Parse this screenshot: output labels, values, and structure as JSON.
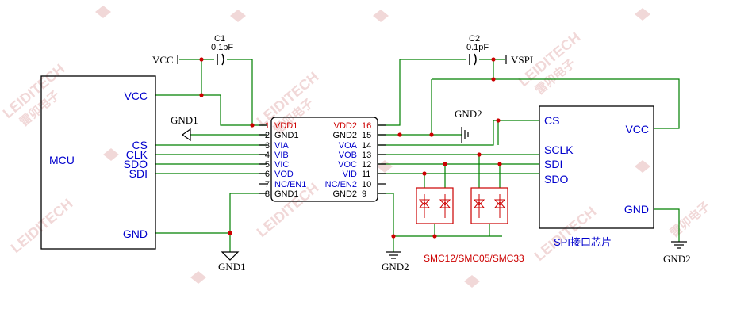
{
  "watermark": {
    "brand": "LEIDITECH",
    "cn": "雷卯电子",
    "color": "#e6b8b8"
  },
  "colors": {
    "wire": "#008000",
    "pin_label": "#0000cc",
    "pin_number": "#cc0000",
    "body": "#000000",
    "tvs": "#cc0000"
  },
  "mcu": {
    "title": "MCU",
    "pins": {
      "vcc": "VCC",
      "cs": "CS",
      "clk": "CLK",
      "sdo": "SDO",
      "sdi": "SDI",
      "gnd": "GND"
    }
  },
  "chip": {
    "left_pins": [
      {
        "num": "1",
        "name": "VDD1"
      },
      {
        "num": "2",
        "name": "GND1"
      },
      {
        "num": "3",
        "name": "VIA"
      },
      {
        "num": "4",
        "name": "VIB"
      },
      {
        "num": "5",
        "name": "VIC"
      },
      {
        "num": "6",
        "name": "VOD"
      },
      {
        "num": "7",
        "name": "NC/EN1"
      },
      {
        "num": "8",
        "name": "GND1"
      }
    ],
    "right_pins": [
      {
        "num": "16",
        "name": "VDD2"
      },
      {
        "num": "15",
        "name": "GND2"
      },
      {
        "num": "14",
        "name": "VOA"
      },
      {
        "num": "13",
        "name": "VOB"
      },
      {
        "num": "12",
        "name": "VOC"
      },
      {
        "num": "11",
        "name": "VID"
      },
      {
        "num": "10",
        "name": "NC/EN2"
      },
      {
        "num": "9",
        "name": "GND2"
      }
    ]
  },
  "spi_chip": {
    "title": "SPI接口芯片",
    "pins": {
      "cs": "CS",
      "vcc": "VCC",
      "sclk": "SCLK",
      "sdi": "SDI",
      "sdo": "SDO",
      "gnd": "GND"
    }
  },
  "capacitors": [
    {
      "ref": "C1",
      "value": "0.1pF"
    },
    {
      "ref": "C2",
      "value": "0.1pF"
    }
  ],
  "nets": {
    "vcc": "VCC",
    "vspi": "VSPI",
    "gnd1_top": "GND1",
    "gnd1_bottom": "GND1",
    "gnd2_top": "GND2",
    "gnd2_mid": "GND2",
    "gnd2_right": "GND2"
  },
  "tvs_label": "SMC12/SMC05/SMC33"
}
